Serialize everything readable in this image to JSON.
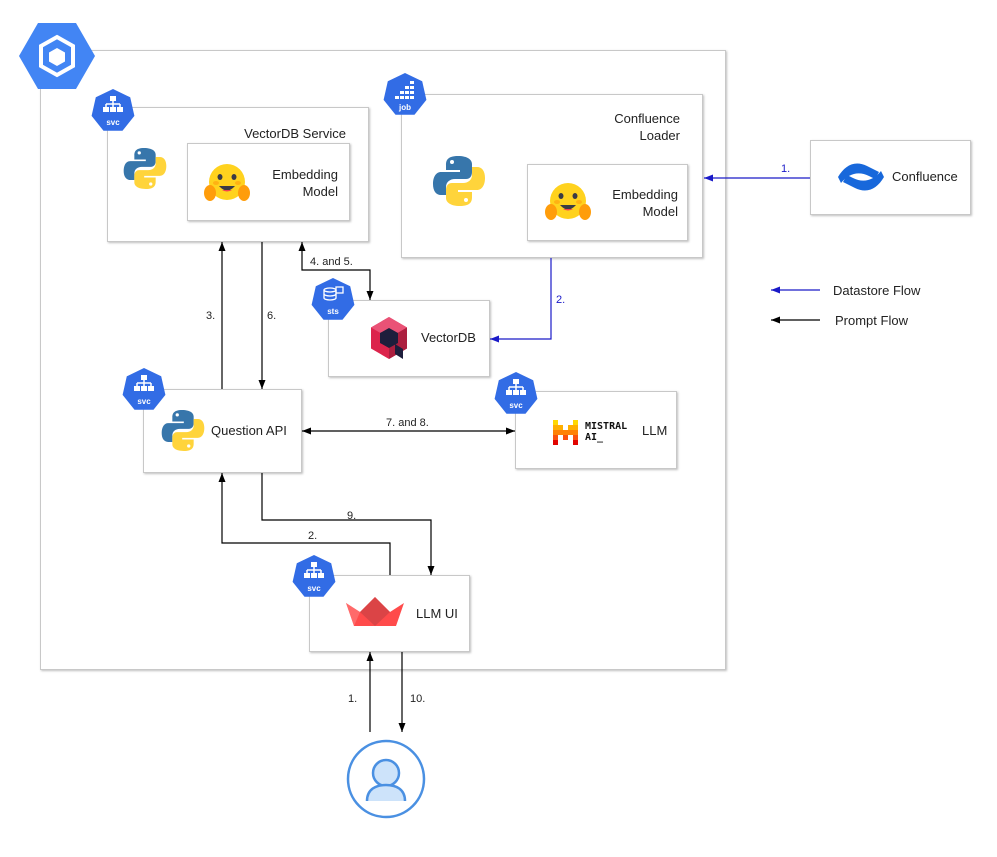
{
  "components": {
    "vectordb_service": {
      "title": "VectorDB Service",
      "badge": "svc"
    },
    "embedding_model_1": {
      "label_line1": "Embedding",
      "label_line2": "Model"
    },
    "confluence_loader": {
      "title_line1": "Confluence",
      "title_line2": "Loader",
      "badge": "job"
    },
    "embedding_model_2": {
      "label_line1": "Embedding",
      "label_line2": "Model"
    },
    "confluence": {
      "label": "Confluence"
    },
    "vectordb": {
      "label": "VectorDB",
      "badge": "sts"
    },
    "question_api": {
      "label": "Question API",
      "badge": "svc"
    },
    "llm": {
      "logo_line1": "MISTRAL",
      "logo_line2": "AI_",
      "label": "LLM",
      "badge": "svc"
    },
    "llm_ui": {
      "label": "LLM UI",
      "badge": "svc"
    }
  },
  "edges": {
    "e1_confluence": "1.",
    "e2_loader": "2.",
    "e3": "3.",
    "e45": "4. and 5.",
    "e6": "6.",
    "e78": "7. and 8.",
    "e9": "9.",
    "e2_ui": "2.",
    "e1_user": "1.",
    "e10": "10."
  },
  "legend": {
    "datastore": "Datastore Flow",
    "prompt": "Prompt Flow"
  },
  "colors": {
    "gcp_blue": "#4285f4",
    "k8s_blue": "#326ce5",
    "datastore_arrow": "#1a1ac8",
    "prompt_arrow": "#000000",
    "python_blue": "#3776ab",
    "python_yellow": "#ffd43b",
    "hf_yellow": "#ffd21e",
    "mistral_orange": "#fa520f",
    "streamlit_red": "#ff4b4b",
    "confluence_blue": "#1868db"
  }
}
